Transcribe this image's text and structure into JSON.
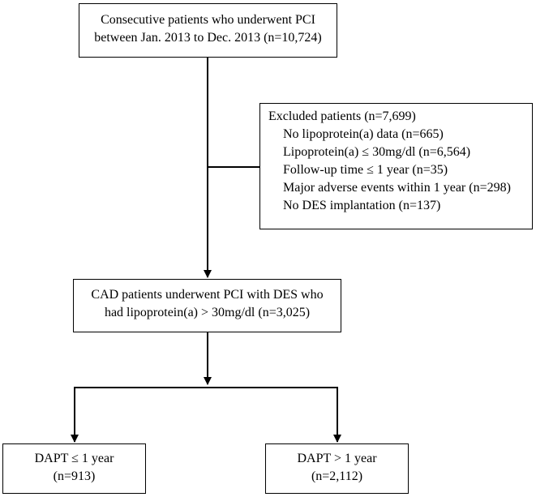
{
  "flowchart": {
    "top_box": {
      "lines": [
        "Consecutive patients who underwent PCI",
        "between Jan. 2013 to Dec. 2013 (n=10,724)"
      ]
    },
    "excluded_box": {
      "header": "Excluded patients (n=7,699)",
      "items": [
        "No lipoprotein(a) data (n=665)",
        "Lipoprotein(a) ≤ 30mg/dl (n=6,564)",
        "Follow-up time ≤ 1 year (n=35)",
        "Major adverse events within 1 year (n=298)",
        "No DES implantation (n=137)"
      ]
    },
    "cad_box": {
      "lines": [
        "CAD patients underwent PCI with DES who",
        "had lipoprotein(a) > 30mg/dl (n=3,025)"
      ]
    },
    "dapt_short_box": {
      "lines": [
        "DAPT ≤ 1 year",
        "(n=913)"
      ]
    },
    "dapt_long_box": {
      "lines": [
        "DAPT > 1 year",
        "(n=2,112)"
      ]
    }
  },
  "colors": {
    "line": "#000000",
    "background": "#ffffff"
  }
}
